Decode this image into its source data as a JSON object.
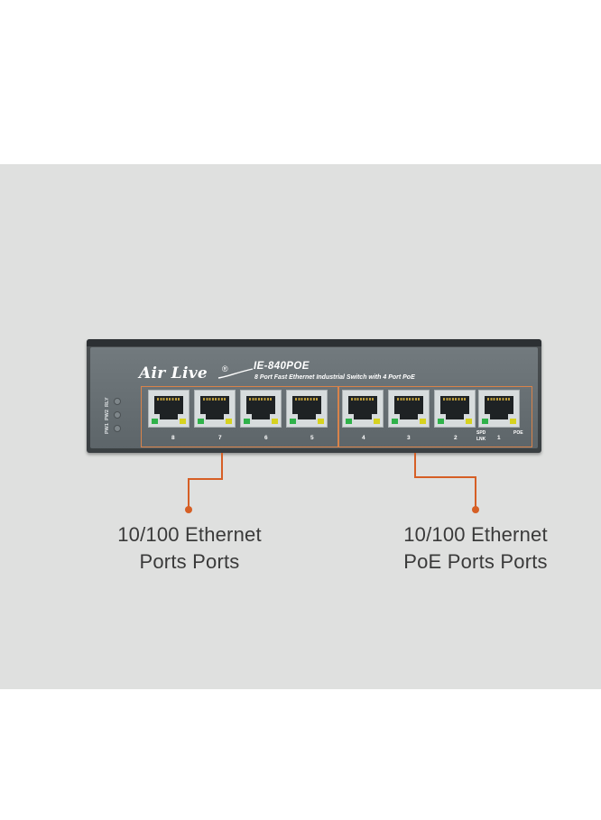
{
  "device": {
    "brand": "Air Live",
    "model": "IE-840POE",
    "description": "8 Port Fast Ethernet Industrial Switch with 4 Port PoE",
    "led_labels": [
      "PW1",
      "PW2",
      "RLY"
    ],
    "port_numbers": [
      "8",
      "7",
      "6",
      "5",
      "4",
      "3",
      "2",
      "1"
    ],
    "spd_label": "SPD",
    "lnk_label": "LNK",
    "poe_label": "POE",
    "colors": {
      "callout": "#d65f25",
      "background_band": "#dfe0df",
      "led_green": "#2fb24a",
      "led_yellow": "#d6d21f"
    }
  },
  "callouts": {
    "left": {
      "line1": "10/100 Ethernet",
      "line2": "Ports Ports"
    },
    "right": {
      "line1": "10/100 Ethernet",
      "line2": "PoE Ports Ports"
    }
  }
}
